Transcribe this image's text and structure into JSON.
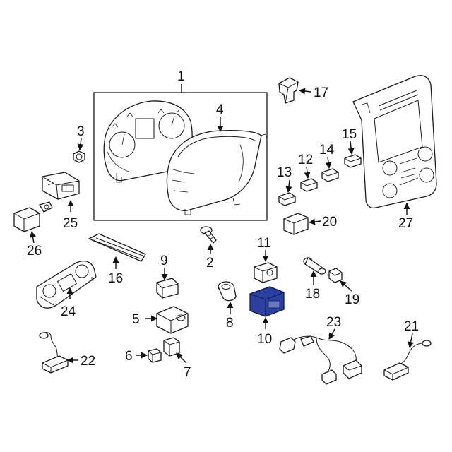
{
  "callouts": {
    "c1": "1",
    "c2": "2",
    "c3": "3",
    "c4": "4",
    "c5": "5",
    "c6": "6",
    "c7": "7",
    "c8": "8",
    "c9": "9",
    "c10": "10",
    "c11": "11",
    "c12": "12",
    "c13": "13",
    "c14": "14",
    "c15": "15",
    "c16": "16",
    "c17": "17",
    "c18": "18",
    "c19": "19",
    "c20": "20",
    "c21": "21",
    "c22": "22",
    "c23": "23",
    "c24": "24",
    "c25": "25",
    "c26": "26",
    "c27": "27"
  },
  "colors": {
    "line": "#1a1a1a",
    "highlight_fill": "#2a3f9e",
    "highlight_stroke": "#0b1a5c",
    "background": "#ffffff"
  },
  "highlighted_part": "10"
}
